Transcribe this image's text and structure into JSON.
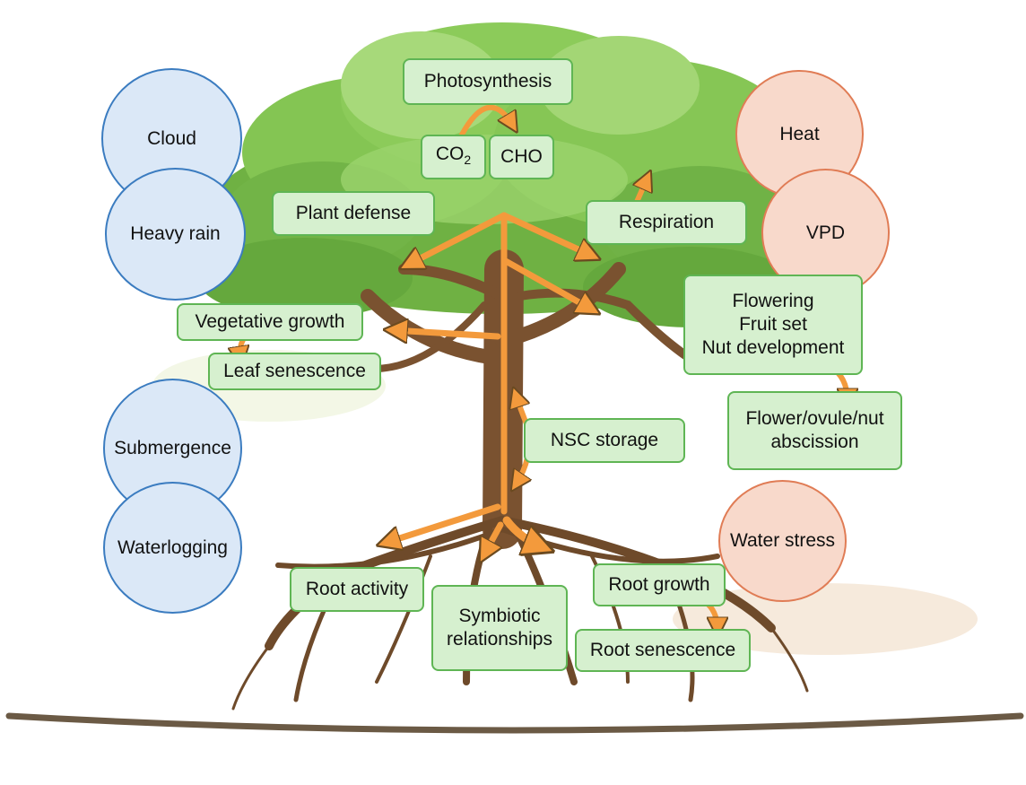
{
  "stressors": {
    "cloud": "Cloud",
    "heavy_rain": "Heavy rain",
    "submergence": "Submergence",
    "waterlogging": "Waterlogging",
    "heat": "Heat",
    "vpd": "VPD",
    "water_stress": "Water stress"
  },
  "processes": {
    "photosynthesis": "Photosynthesis",
    "co2_main": "CO",
    "co2_sub": "2",
    "cho": "CHO",
    "plant_defense": "Plant defense",
    "respiration": "Respiration",
    "vegetative_growth": "Vegetative growth",
    "leaf_senescence": "Leaf senescence",
    "flowering": [
      "Flowering",
      "Fruit set",
      "Nut development"
    ],
    "abscission": [
      "Flower/ovule/nut",
      "abscission"
    ],
    "nsc_storage": "NSC storage",
    "root_activity": "Root activity",
    "symbiotic": [
      "Symbiotic",
      "relationships"
    ],
    "root_growth": "Root growth",
    "root_senescence": "Root senescence"
  },
  "colors": {
    "box_fill": "#d6f0cf",
    "box_border": "#5fb554",
    "cold_stress_fill": "#dbe8f7",
    "cold_stress_border": "#3b7cc0",
    "heat_stress_fill": "#f8d9cb",
    "heat_stress_border": "#e07c55",
    "arrow": "#f39a3c",
    "trunk": "#7a5230",
    "canopy": "#7dbf4a"
  }
}
